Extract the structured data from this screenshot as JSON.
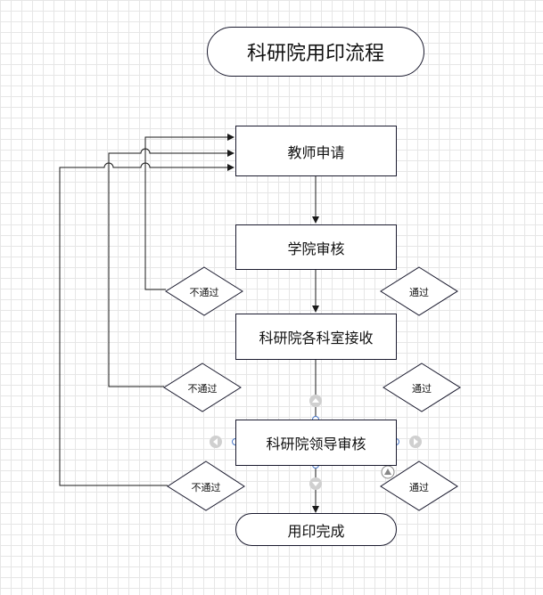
{
  "title": "科研院用印流程",
  "nodes": {
    "apply": "教师申请",
    "college_review": "学院审核",
    "office_receive": "科研院各科室接收",
    "leader_review": "科研院领导审核",
    "done": "用印完成"
  },
  "decisions": {
    "d1_reject": "不通过",
    "d1_pass": "通过",
    "d2_reject": "不通过",
    "d2_pass": "通过",
    "d3_reject": "不通过",
    "d3_pass": "通过"
  }
}
